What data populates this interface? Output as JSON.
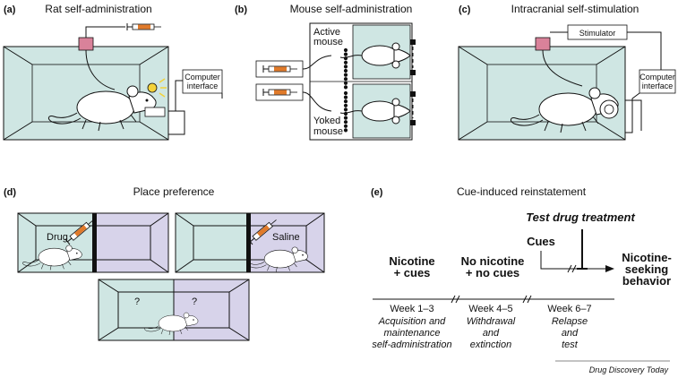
{
  "colors": {
    "cage_teal": "#cfe6e3",
    "cage_purple": "#d7d3ea",
    "syringe_orange": "#e07a2a",
    "pump_pink": "#d9829a",
    "cue_yellow": "#f4d23a"
  },
  "panels": {
    "a": {
      "label": "(a)",
      "title": "Rat self-administration",
      "computer": [
        "Computer",
        "interface"
      ]
    },
    "b": {
      "label": "(b)",
      "title": "Mouse self-administration",
      "active": [
        "Active",
        "mouse"
      ],
      "yoked": [
        "Yoked",
        "mouse"
      ]
    },
    "c": {
      "label": "(c)",
      "title": "Intracranial self-stimulation",
      "stimulator": "Stimulator",
      "computer": [
        "Computer",
        "interface"
      ]
    },
    "d": {
      "label": "(d)",
      "title": "Place preference",
      "drug": "Drug",
      "saline": "Saline",
      "q1": "?",
      "q2": "?"
    },
    "e": {
      "label": "(e)",
      "title": "Cue-induced reinstatement",
      "treatment": "Test drug treatment",
      "cues": "Cues",
      "phase1": [
        "Nicotine",
        "+ cues"
      ],
      "phase2": [
        "No nicotine",
        "+ no cues"
      ],
      "outcome": [
        "Nicotine-",
        "seeking",
        "behavior"
      ],
      "weeks": [
        "Week 1–3",
        "Week 4–5",
        "Week 6–7"
      ],
      "desc1": [
        "Acquisition and",
        "maintenance",
        "self-administration"
      ],
      "desc2": [
        "Withdrawal",
        "and",
        "extinction"
      ],
      "desc3": [
        "Relapse",
        "and",
        "test"
      ]
    }
  },
  "footer": "Drug Discovery Today"
}
